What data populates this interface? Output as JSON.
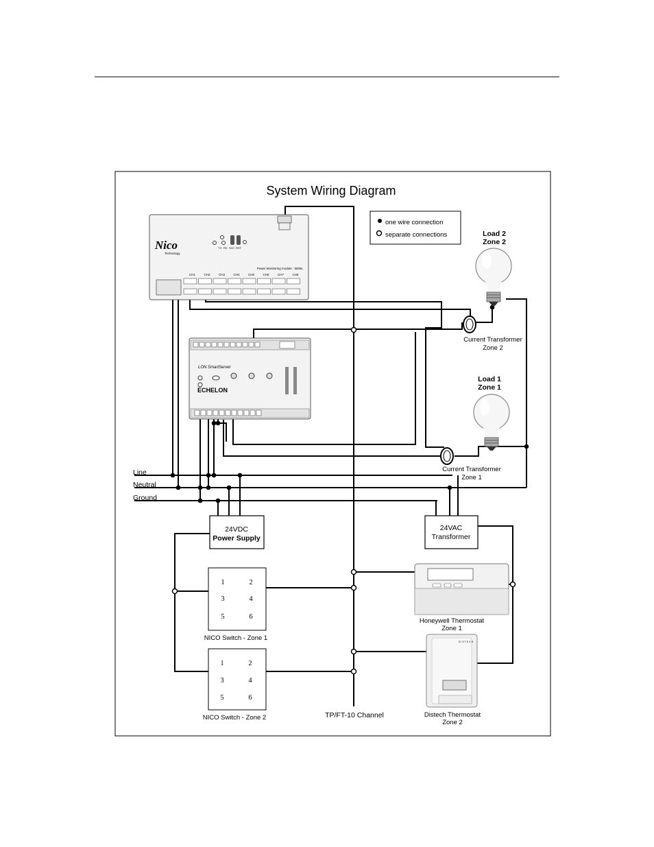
{
  "title": "System Wiring Diagram",
  "legend": {
    "one_wire": "one wire connection",
    "separate": "separate connections"
  },
  "power_monitor": {
    "brand": "Nico",
    "brand_sub": "Technology",
    "status_labels": [
      "TX",
      "RX",
      "SVC",
      "RST"
    ],
    "model": "Power Monitoring module : 6508L",
    "channels": [
      "CH1",
      "CH2",
      "CH3",
      "CH4",
      "CH5",
      "CH6",
      "CH7",
      "CH8"
    ]
  },
  "smartserver": {
    "product": "LON SmartServer",
    "brand": "ECHELON"
  },
  "loads": [
    {
      "line1": "Load 2",
      "line2": "Zone 2"
    },
    {
      "line1": "Load 1",
      "line2": "Zone 1"
    }
  ],
  "current_transformers": [
    {
      "line1": "Current Transformer",
      "line2": "Zone 2"
    },
    {
      "line1": "Current Transformer",
      "line2": "Zone 1"
    }
  ],
  "mains": {
    "line": "Line",
    "neutral": "Neutral",
    "ground": "Ground"
  },
  "power_supply": {
    "line1": "24VDC",
    "line2": "Power Supply"
  },
  "transformer": {
    "line1": "24VAC",
    "line2": "Transformer"
  },
  "switches": [
    {
      "label": "NICO Switch - Zone 1",
      "buttons": [
        "1",
        "2",
        "3",
        "4",
        "5",
        "6"
      ]
    },
    {
      "label": "NICO Switch - Zone 2",
      "buttons": [
        "1",
        "2",
        "3",
        "4",
        "5",
        "6"
      ]
    }
  ],
  "thermostats": [
    {
      "line1": "Honeywell Thermostat",
      "line2": "Zone 1"
    },
    {
      "line1": "Distech Thermostat",
      "line2": "Zone 2",
      "brand": "DISTECH"
    }
  ],
  "channel_label": "TP/FT-10 Channel"
}
